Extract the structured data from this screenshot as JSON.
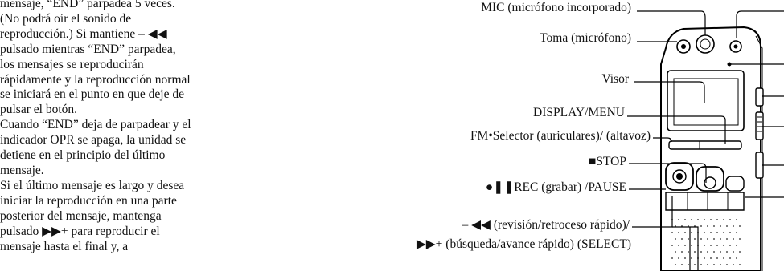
{
  "left_text": {
    "p1": [
      "mensaje, “END” parpadea 5 veces.",
      "(No podrá oír el sonido de",
      "reproducción.) Si mantiene – ◀◀",
      "pulsado mientras “END” parpadea,",
      "los mensajes se reproducirán",
      "rápidamente y la reproducción normal",
      "se iniciará en el punto en que deje de",
      "pulsar el botón."
    ],
    "p2": [
      "Cuando “END” deja de parpadear y el",
      "indicador OPR se apaga, la unidad se",
      "detiene en el principio del último",
      "mensaje."
    ],
    "p3": [
      "Si el último mensaje es largo y desea",
      "iniciar la reproducción en una parte",
      "posterior del mensaje, mantenga",
      "pulsado ▶▶+ para reproducir el",
      "mensaje hasta el final y, a"
    ]
  },
  "labels": {
    "mic": "MIC (micrófono incorporado)",
    "mic_jack": "Toma  (micrófono)",
    "visor": "Visor",
    "display_menu": "DISPLAY/MENU",
    "fm_selector": "FM•Selector  (auriculares)/ (altavoz)",
    "stop": "■STOP",
    "rec_pause": "●❚❚REC (grabar) /PAUSE",
    "review_line1": "– ◀◀ (revisión/retroceso rápido)/",
    "cue_line2": "▶▶+ (búsqueda/avance rápido) (SELECT)"
  }
}
